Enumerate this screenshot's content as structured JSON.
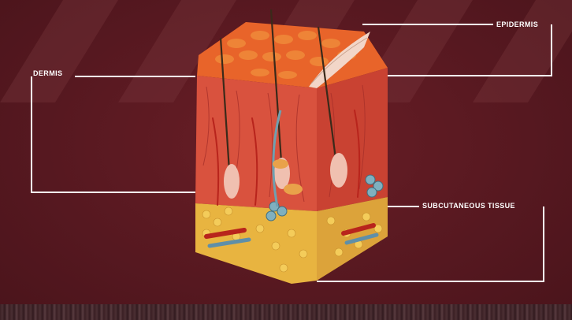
{
  "labels": {
    "dermis": "DERMIS",
    "epidermis": "EPIDERMIS",
    "subcutaneous": "SUBCUTANEOUS TISSUE"
  },
  "colors": {
    "background": "#561820",
    "leader_lines": "#ffffff",
    "epidermis_surface": "#e8642a",
    "dermis": "#d9523e",
    "fat": "#e8b440",
    "vessel_red": "#b8241c",
    "vessel_blue": "#5f8fa8"
  }
}
